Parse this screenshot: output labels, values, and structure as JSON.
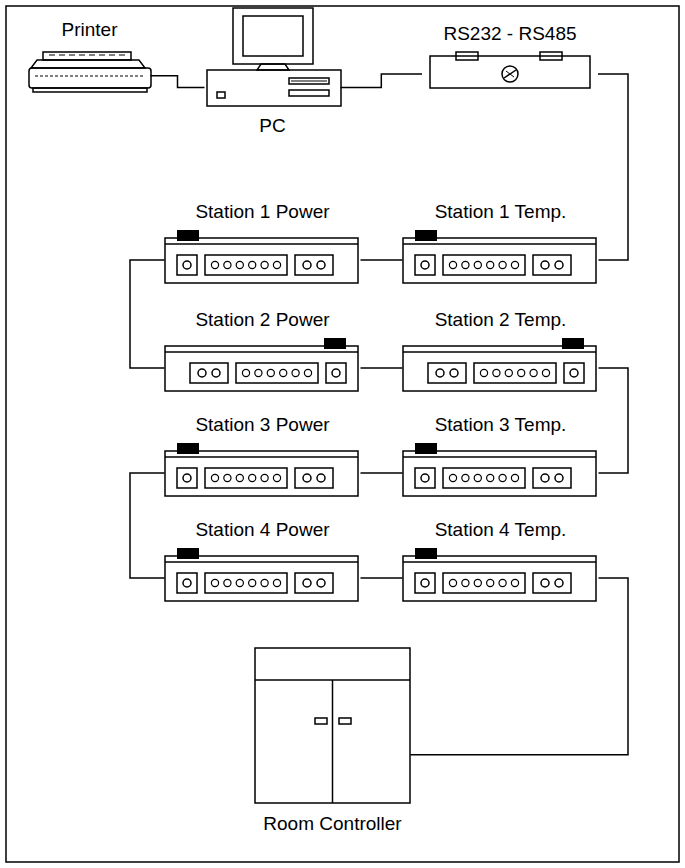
{
  "diagram": {
    "nodes": [
      {
        "text": [
          "Printer"
        ]
      },
      {
        "text": [
          "PC"
        ]
      },
      {
        "text": [
          "RS232 - RS485"
        ]
      },
      {
        "text": [
          "Station 1 Power"
        ]
      },
      {
        "text": [
          "Station 1 Temp."
        ]
      },
      {
        "text": [
          "Station 2 Power"
        ]
      },
      {
        "text": [
          "Station 2 Temp."
        ]
      },
      {
        "text": [
          "Station 3 Power"
        ]
      },
      {
        "text": [
          "Station 3 Temp."
        ]
      },
      {
        "text": [
          "Station 4 Power"
        ]
      },
      {
        "text": [
          "Station 4 Temp."
        ]
      },
      {
        "text": [
          "Room Controller"
        ]
      }
    ],
    "edges": [
      {
        "from": 0,
        "to": 1,
        "arrow": "none"
      },
      {
        "from": 1,
        "to": 2,
        "arrow": "none"
      },
      {
        "from": 2,
        "to": 4,
        "arrow": "none"
      },
      {
        "from": 4,
        "to": 3,
        "arrow": "none"
      },
      {
        "from": 3,
        "to": 5,
        "arrow": "none"
      },
      {
        "from": 5,
        "to": 6,
        "arrow": "none"
      },
      {
        "from": 6,
        "to": 8,
        "arrow": "none"
      },
      {
        "from": 8,
        "to": 7,
        "arrow": "none"
      },
      {
        "from": 7,
        "to": 9,
        "arrow": "none"
      },
      {
        "from": 9,
        "to": 10,
        "arrow": "none"
      },
      {
        "from": 10,
        "to": 11,
        "arrow": "none"
      }
    ]
  }
}
